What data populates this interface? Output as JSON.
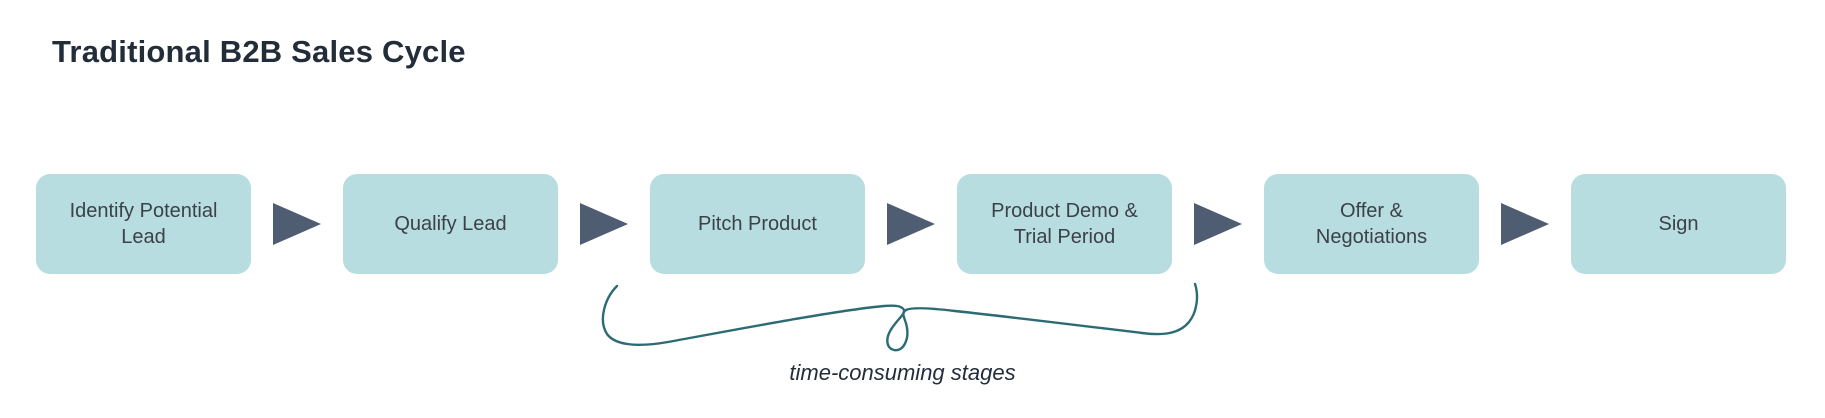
{
  "title": "Traditional B2B Sales Cycle",
  "flow": {
    "stages": [
      {
        "label": "Identify Potential Lead"
      },
      {
        "label": "Qualify Lead"
      },
      {
        "label": "Pitch Product"
      },
      {
        "label": "Product Demo & Trial Period"
      },
      {
        "label": "Offer & Negotiations"
      },
      {
        "label": "Sign"
      }
    ],
    "connector_icon": "arrow-right-triangle-icon"
  },
  "annotation": {
    "label": "time-consuming stages"
  },
  "colors": {
    "stage_fill": "#b8dde1",
    "stage_text": "#3b4149",
    "arrow": "#4f5d73",
    "brace": "#2d6b74",
    "title_text": "#232d39",
    "annotation_text": "#242e3a",
    "background": "#ffffff"
  }
}
